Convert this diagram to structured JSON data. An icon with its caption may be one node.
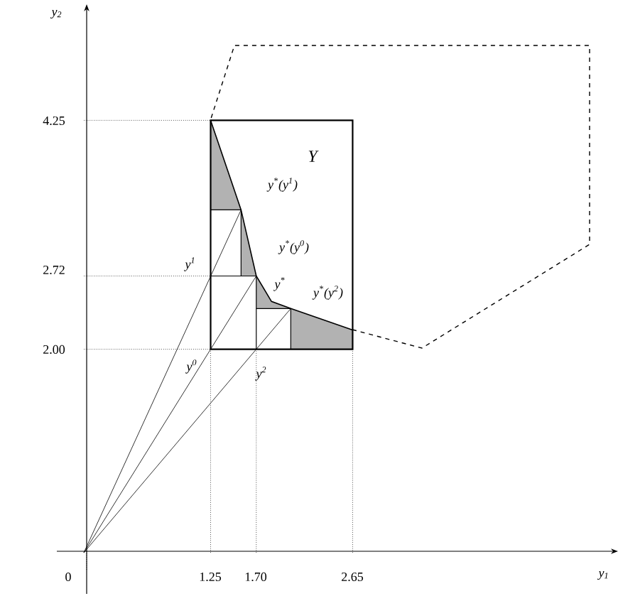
{
  "diagram": {
    "labels": [
      "y$_{2}$",
      "4.25",
      "Y",
      "y$^{*}$(y$^{1}$)",
      "y$^{*}$(y$^{0}$)",
      "2.72",
      "y$^{1}$",
      "y$^{*}$",
      "y$^{*}$(y$^{2}$)",
      "2.00",
      "y$^{0}$",
      "y$^{2}$",
      "0",
      "1.25",
      "1.70",
      "2.65",
      "y$_{1}$"
    ]
  }
}
